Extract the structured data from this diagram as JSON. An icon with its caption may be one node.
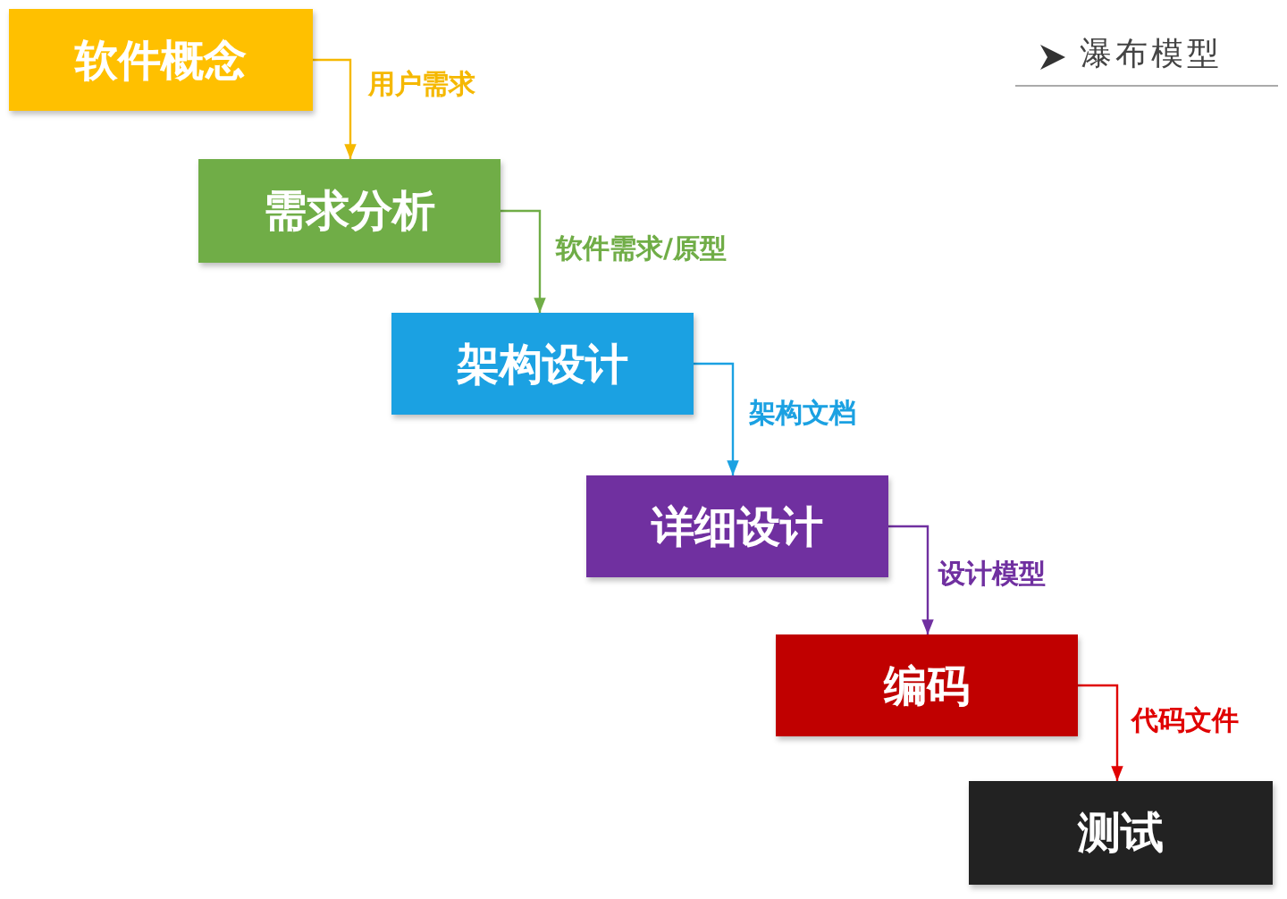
{
  "diagram": {
    "title": "瀑布模型",
    "nodes": [
      {
        "text": [
          "软件概念"
        ]
      },
      {
        "text": [
          "需求分析"
        ]
      },
      {
        "text": [
          "架构设计"
        ]
      },
      {
        "text": [
          "详细设计"
        ]
      },
      {
        "text": [
          "编码"
        ]
      },
      {
        "text": [
          "测试"
        ]
      }
    ],
    "edges": [
      {
        "from": 0,
        "to": 1,
        "arrow": "to",
        "label": "用户需求",
        "color": "#f5b800"
      },
      {
        "from": 1,
        "to": 2,
        "arrow": "to",
        "label": "软件需求/原型",
        "color": "#70ad47"
      },
      {
        "from": 2,
        "to": 3,
        "arrow": "to",
        "label": "架构文档",
        "color": "#1ba1e2"
      },
      {
        "from": 3,
        "to": 4,
        "arrow": "to",
        "label": "设计模型",
        "color": "#7030a0"
      },
      {
        "from": 4,
        "to": 5,
        "arrow": "to",
        "label": "代码文件",
        "color": "#e00000"
      }
    ]
  }
}
